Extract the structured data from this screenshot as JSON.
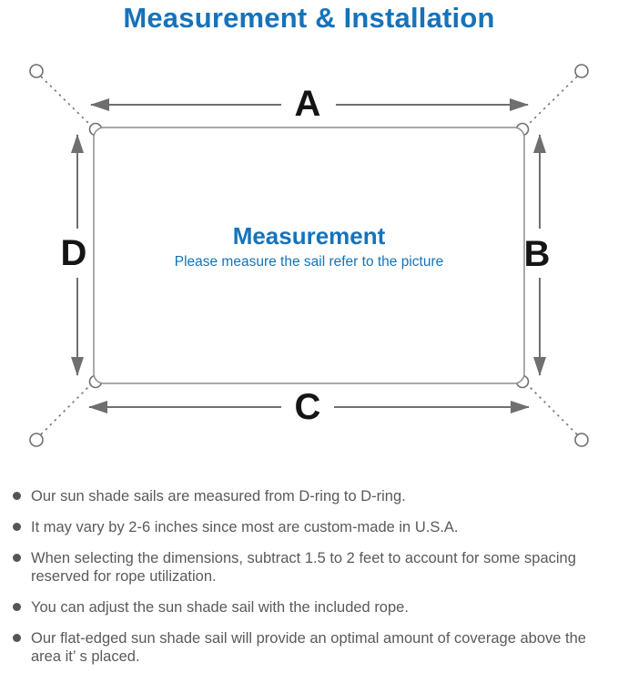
{
  "title": "Measurement & Installation",
  "diagram": {
    "side_labels": {
      "top": "A",
      "right": "B",
      "bottom": "C",
      "left": "D"
    },
    "center_title": "Measurement",
    "center_subtitle": "Please measure the sail refer to the picture",
    "corner_icon": "d-ring-icon",
    "anchor_icon": "anchor-ring-icon"
  },
  "notes": [
    "Our sun shade sails are measured from D-ring to D-ring.",
    "It may vary by 2-6 inches since most are custom-made in U.S.A.",
    "When selecting the dimensions, subtract 1.5 to 2 feet to account for some spacing reserved for rope utilization.",
    "You can adjust the sun shade sail with the included rope.",
    "Our flat-edged sun shade sail will provide an optimal amount of coverage above the area it’ s placed."
  ],
  "colors": {
    "accent_blue": "#1573ba",
    "diagram_line_gray": "#6f6f6f",
    "sail_border_gray": "#8d8d8d",
    "note_text_gray": "#5a5a5a",
    "label_black": "#151515"
  }
}
